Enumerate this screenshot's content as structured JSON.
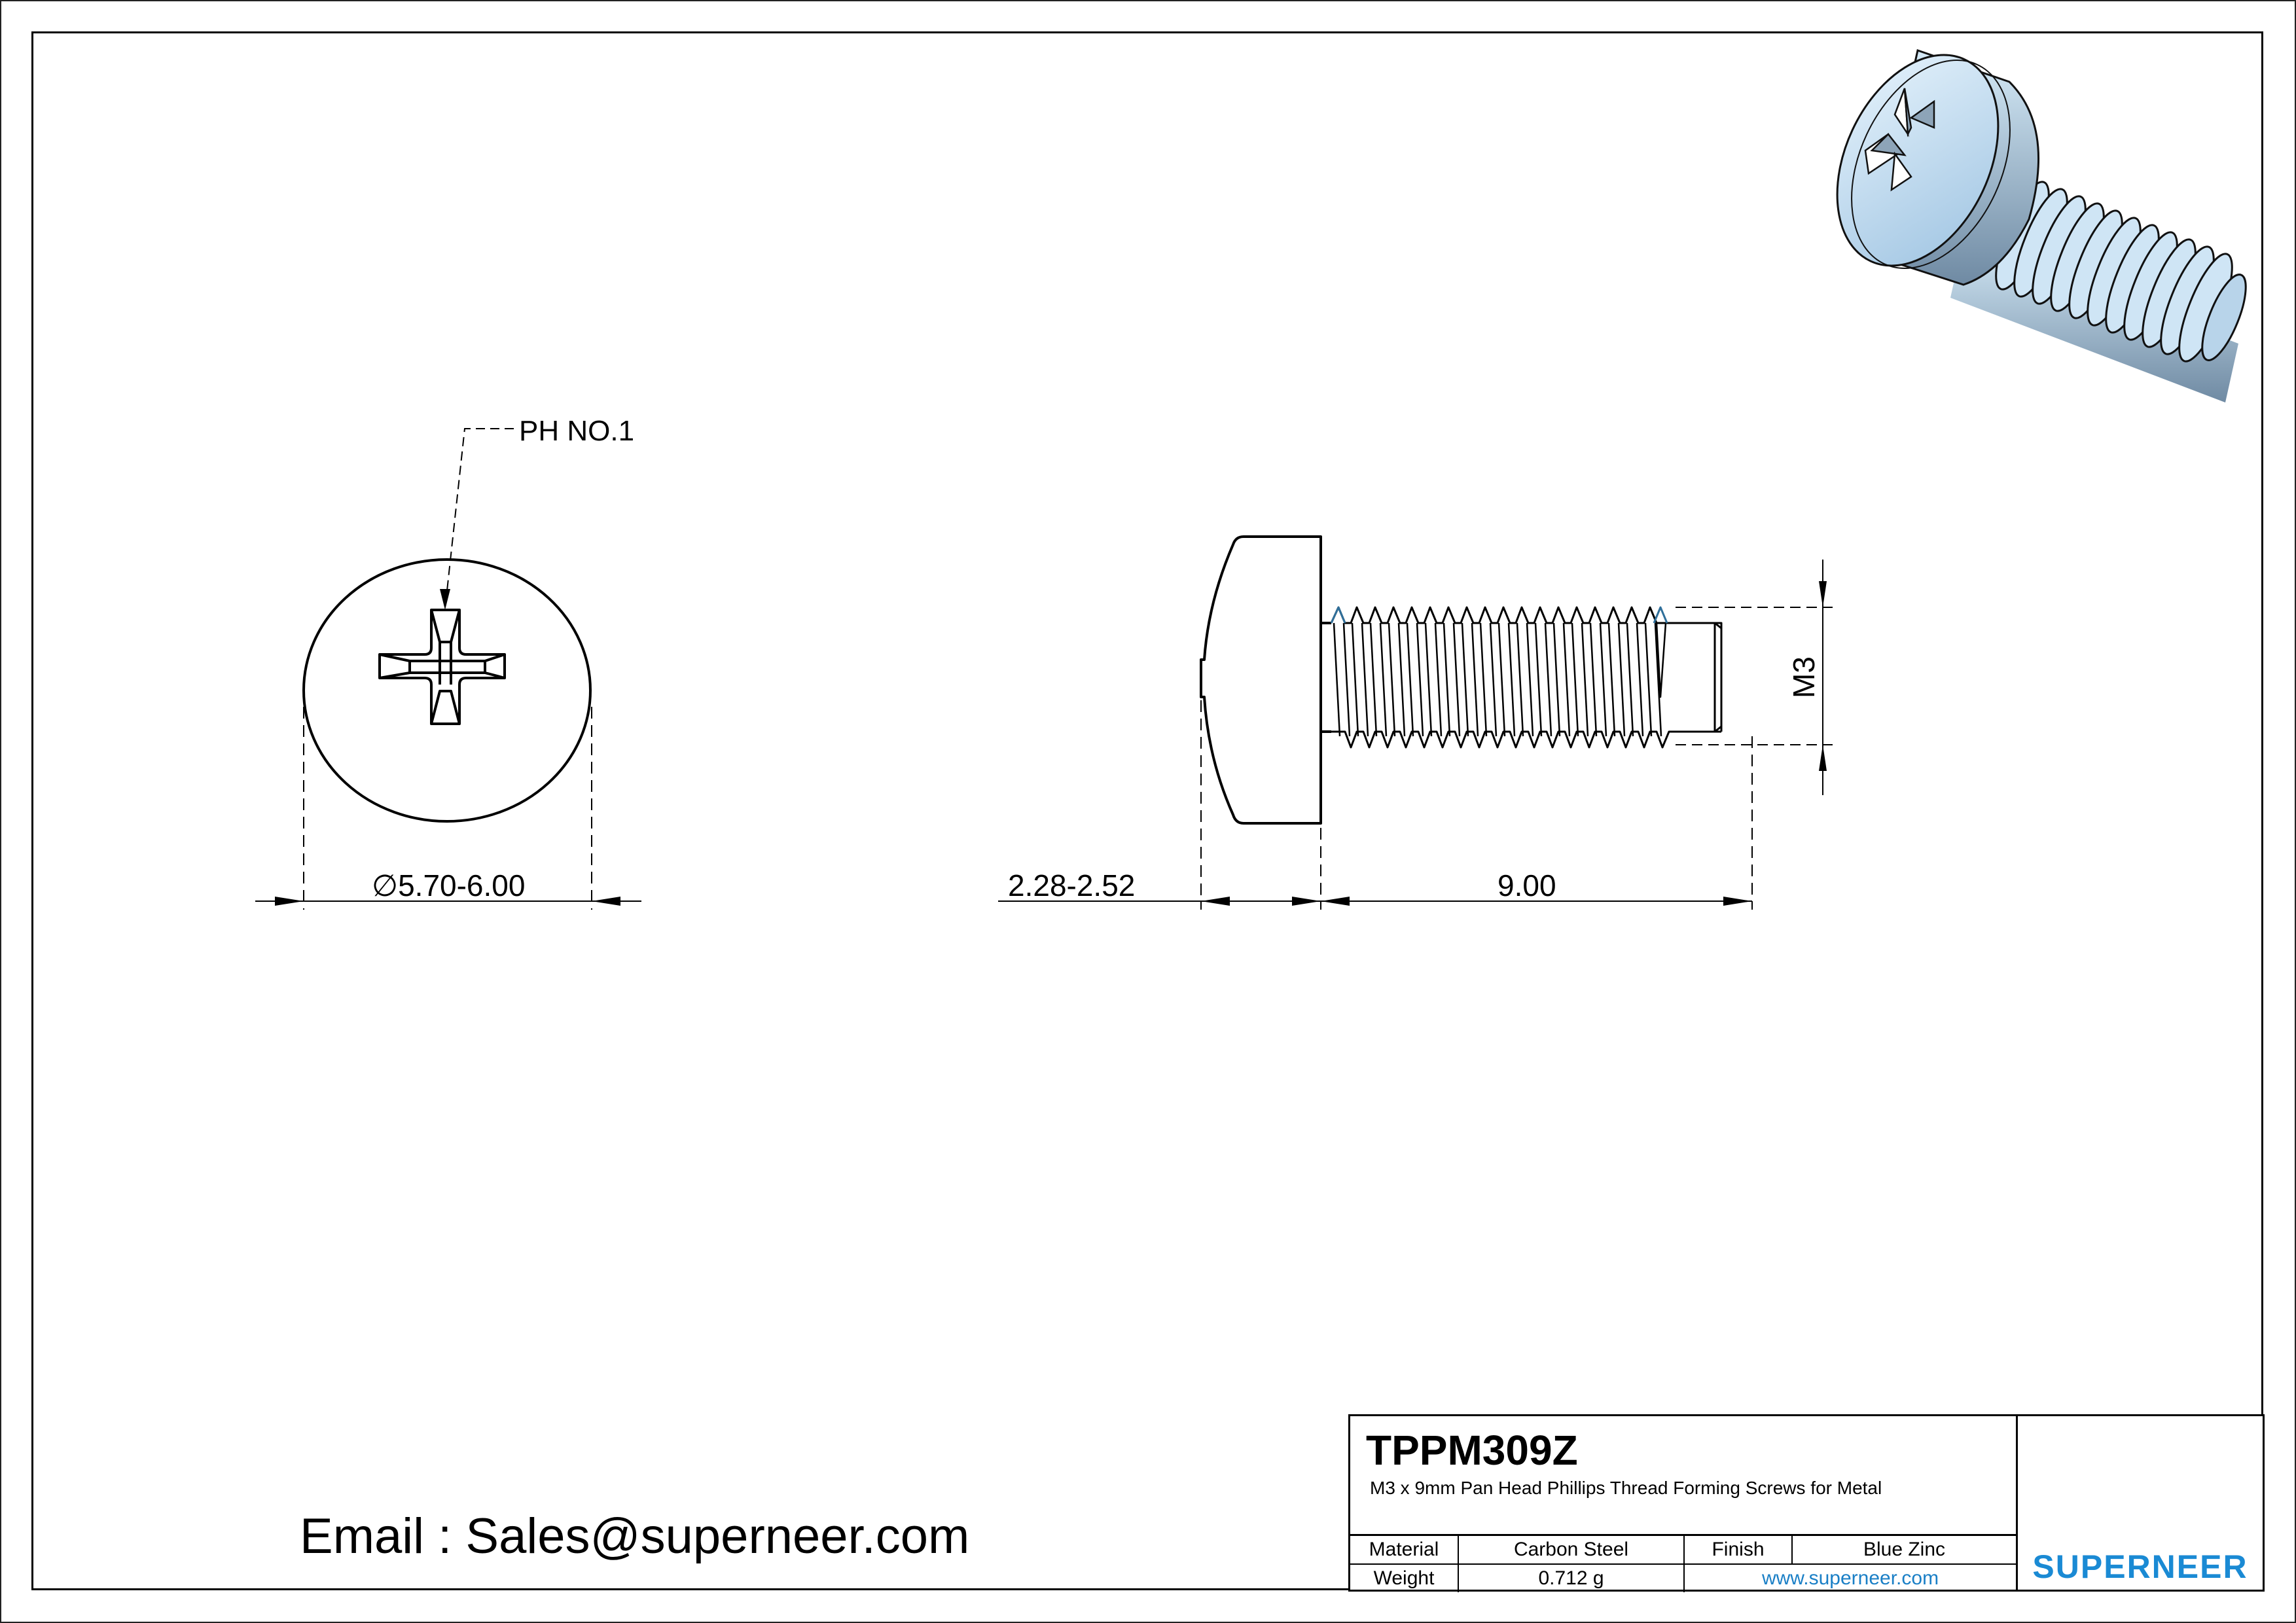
{
  "drawing": {
    "top_view": {
      "callout": "PH NO.1",
      "diameter_symbol": "∅",
      "diameter_value": "5.70-6.00"
    },
    "side_view": {
      "head_height": "2.28-2.52",
      "length": "9.00",
      "thread_size": "M3"
    },
    "iso_view": {
      "label": "3D isometric render of screw",
      "color": "#bcd9ef"
    }
  },
  "contact": {
    "email_line": "Email : Sales@superneer.com"
  },
  "title_block": {
    "part_number": "TPPM309Z",
    "description": "M3 x 9mm Pan Head Phillips Thread Forming Screws for Metal",
    "rows": [
      {
        "label": "Material",
        "value": "Carbon Steel",
        "label2": "Finish",
        "value2": "Blue Zinc"
      },
      {
        "label": "Weight",
        "value": "0.712 g",
        "link": "www.superneer.com"
      }
    ],
    "logo": {
      "text": "SUPERNEER",
      "color": "#1a8ad4"
    }
  }
}
